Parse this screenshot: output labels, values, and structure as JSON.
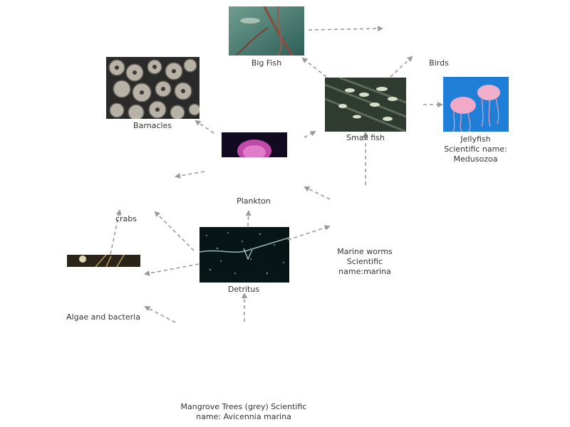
{
  "diagram": {
    "nodes": {
      "big_fish": "Big Fish",
      "birds": "Birds",
      "barnacles": "Barnacles",
      "small_fish": "Small fish",
      "jellyfish": [
        "Jellyfish",
        "Scientific name:",
        "Medusozoa"
      ],
      "plankton": "Plankton",
      "crabs": "crabs",
      "marine_worms": [
        "Marine worms",
        "Scientific",
        "name:marina"
      ],
      "detritus": "Detritus",
      "algae_bacteria": "Algae and bacteria",
      "mangrove_trees": [
        "Mangrove Trees (grey) Scientific",
        "name: Avicennia marina"
      ]
    },
    "arrow_color": "#9a9a9a",
    "water_color": "#1a3a5c",
    "jelly_bg": "#1f7fd6"
  }
}
